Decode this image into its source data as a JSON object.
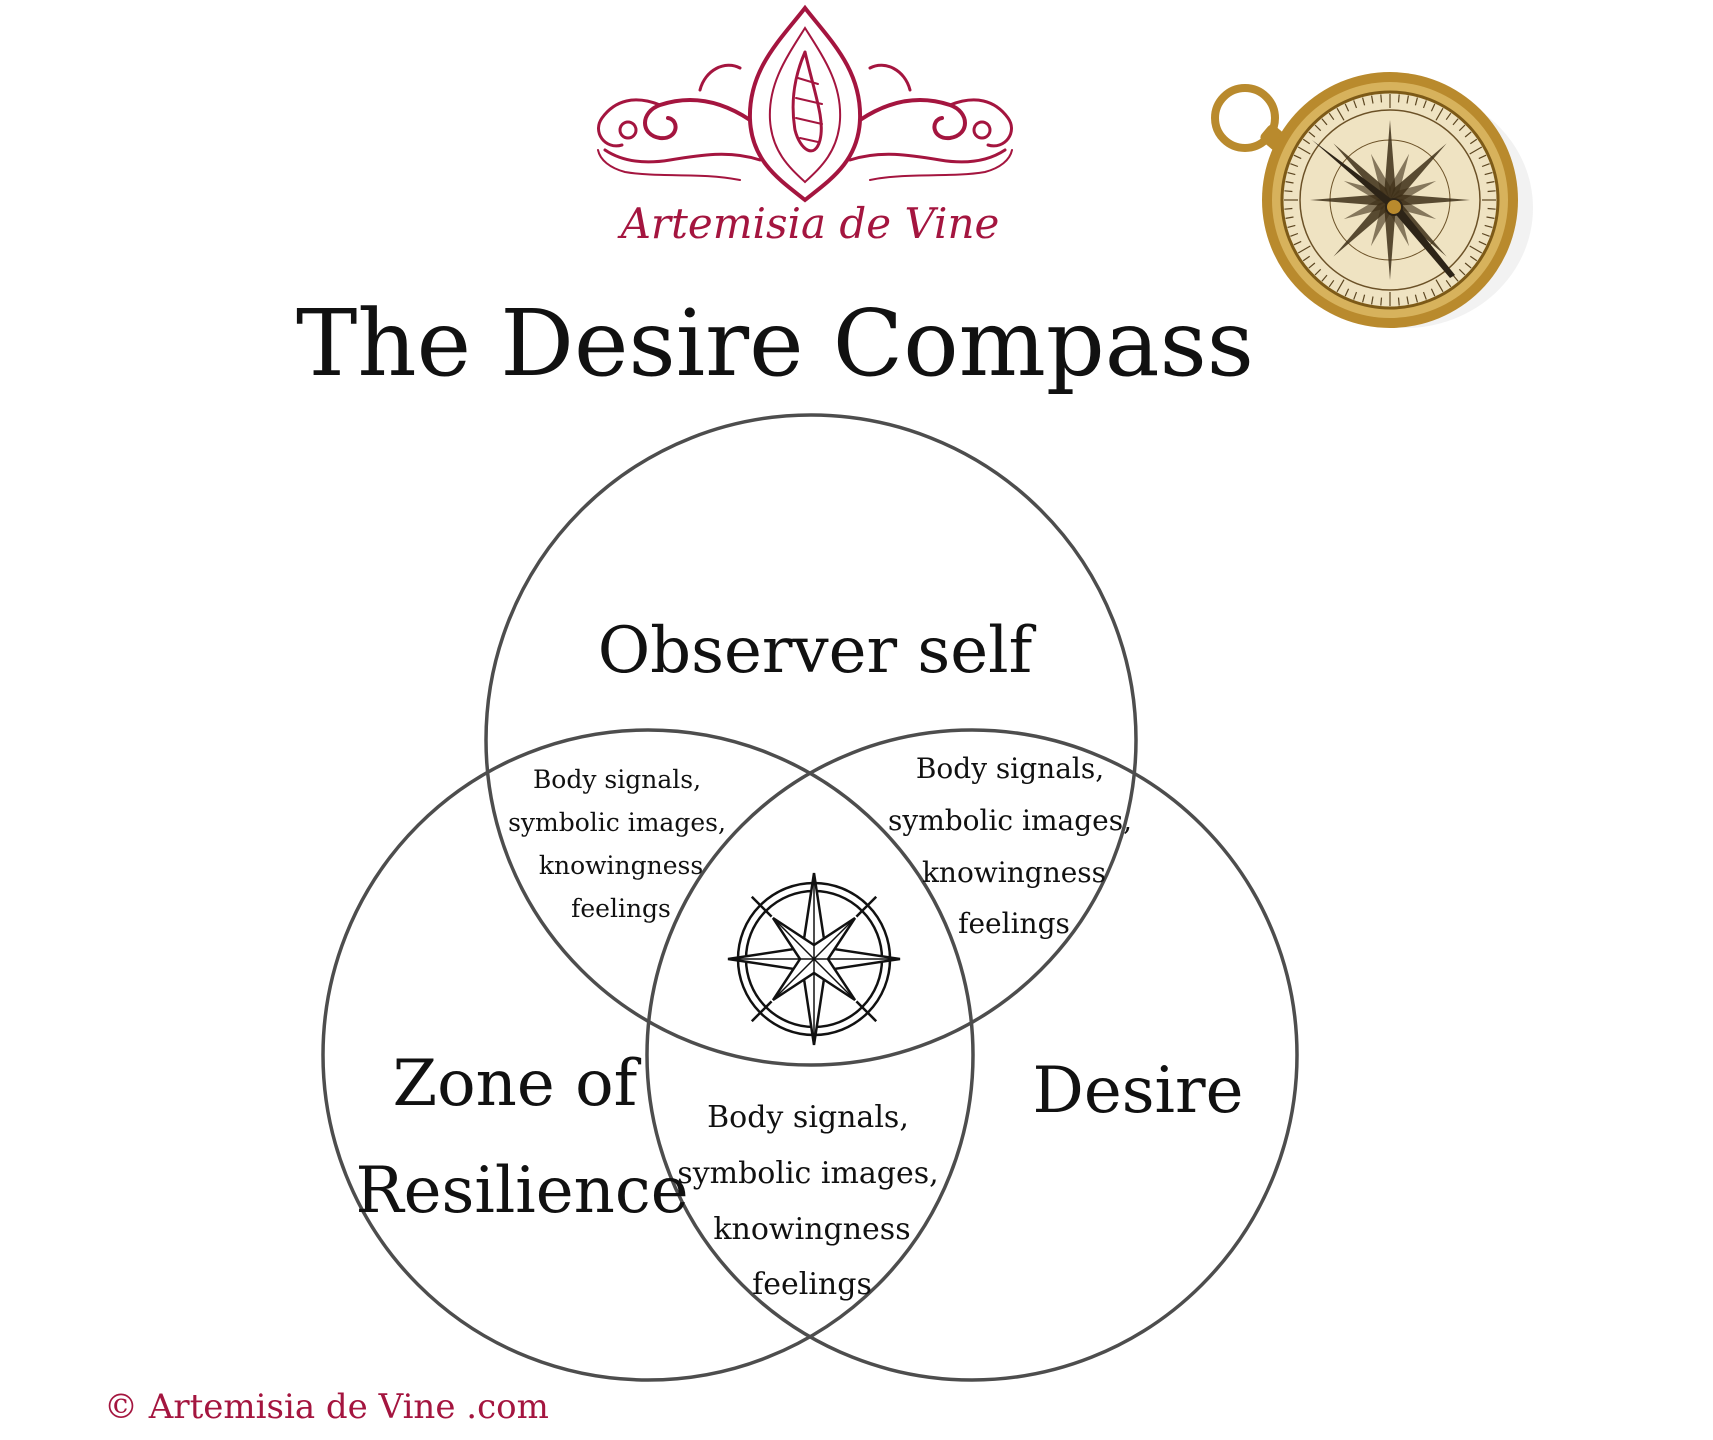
{
  "colors": {
    "brand": "#a4153f",
    "line": "#4d4d4d",
    "ink": "#111111",
    "brass": "#b98a2d",
    "dial": "#efe3c2"
  },
  "logo": {
    "wordmark": "Artemisia de Vine",
    "icon": "seashell-ornament-icon"
  },
  "title": "The Desire Compass",
  "circles": {
    "top": "Observer self",
    "left_line1": "Zone of",
    "left_line2": "Resilience",
    "right": "Desire"
  },
  "overlaps": {
    "top_left": [
      "Body signals,",
      "symbolic images,",
      "knowingness",
      "feelings"
    ],
    "top_right": [
      "Body signals,",
      "symbolic images,",
      "knowingness",
      "feelings"
    ],
    "bottom": [
      "Body signals,",
      "symbolic images,",
      "knowingness",
      "feelings"
    ]
  },
  "center_icon": "compass-rose-icon",
  "decor_icon": "brass-pocket-compass-icon",
  "copyright": "© Artemisia de Vine .com"
}
